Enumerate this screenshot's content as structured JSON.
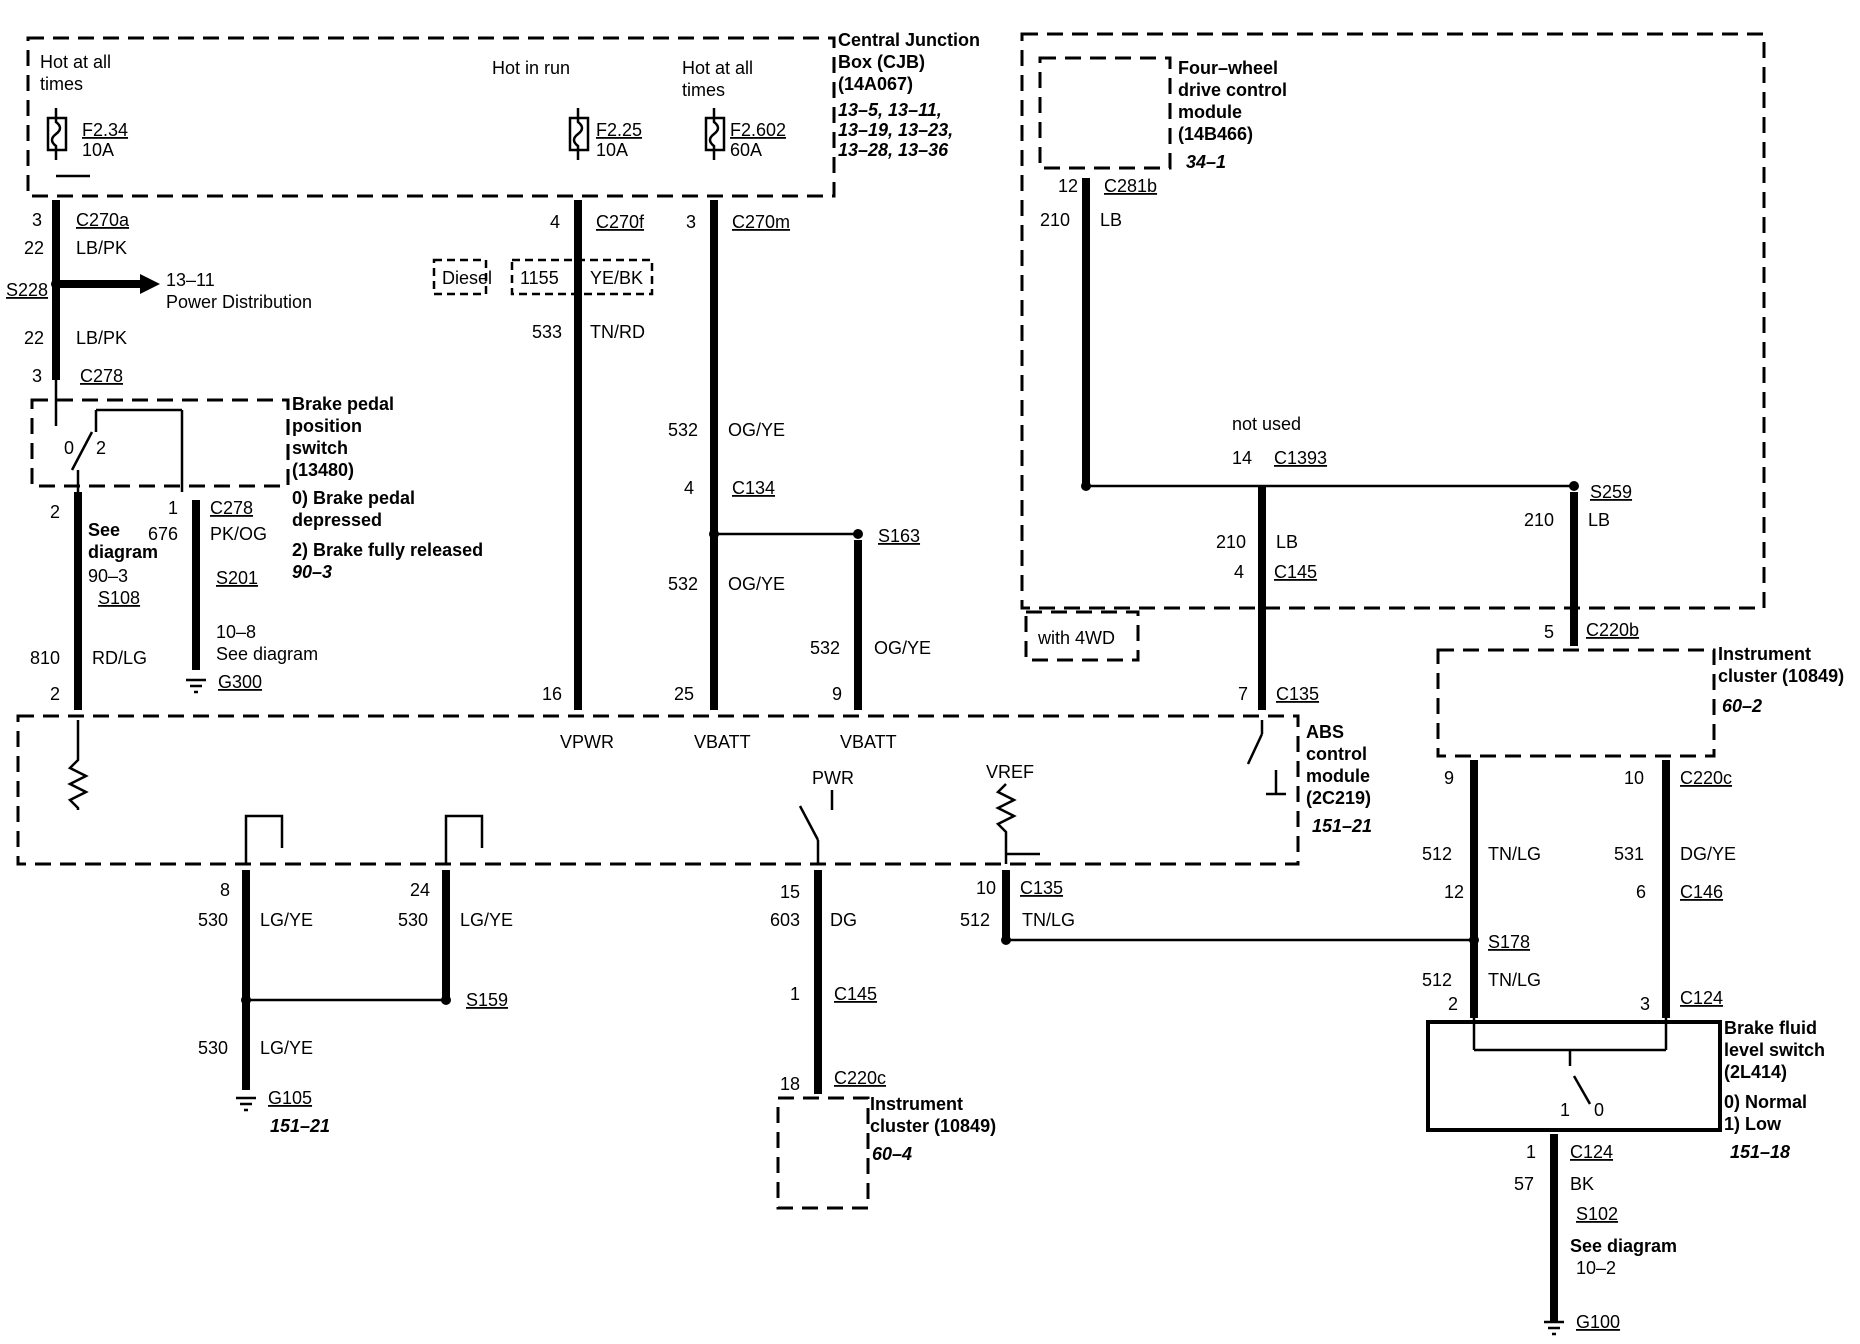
{
  "cjb": {
    "name": [
      "Central Junction",
      "Box (CJB)",
      "(14A067)"
    ],
    "refs": [
      "13–5, 13–11,",
      "13–19, 13–23,",
      "13–28, 13–36"
    ],
    "hot_at_all_times_left": [
      "Hot at all",
      "times"
    ],
    "hot_in_run": "Hot in run",
    "hot_at_all_times_right": [
      "Hot at all",
      "times"
    ],
    "fuse1": {
      "id": "F2.34",
      "rating": "10A"
    },
    "fuse2": {
      "id": "F2.25",
      "rating": "10A"
    },
    "fuse3": {
      "id": "F2.602",
      "rating": "60A"
    }
  },
  "col1": {
    "pin3": "3",
    "conn_c270a": "C270a",
    "circuit22a": "22",
    "color_lbpk_a": "LB/PK",
    "splice_s228": "S228",
    "ref_13_11": "13–11",
    "power_distribution": "Power Distribution",
    "circuit22b": "22",
    "color_lbpk_b": "LB/PK",
    "pin3b": "3",
    "conn_c278": "C278",
    "pin2": "2",
    "see_diagram": [
      "See",
      "diagram",
      "90–3"
    ],
    "splice_s108": "S108",
    "circuit810": "810",
    "color_rdlg": "RD/LG",
    "pin2b": "2",
    "pin1": "1",
    "conn_c278b": "C278",
    "circuit676": "676",
    "color_pkog": "PK/OG",
    "splice_s201": "S201",
    "see_10_8": [
      "10–8",
      "See diagram"
    ],
    "ground_g300": "G300"
  },
  "brake_pedal_switch": {
    "name": [
      "Brake pedal",
      "position",
      "switch",
      "(13480)"
    ],
    "pos0": "0",
    "pos2": "2",
    "states": [
      "0) Brake pedal",
      "depressed",
      "2) Brake fully released"
    ],
    "ref": "90–3"
  },
  "col2": {
    "pin4": "4",
    "conn_c270f": "C270f",
    "diesel": "Diesel",
    "circuit1155": "1155",
    "color_yebk": "YE/BK",
    "circuit533": "533",
    "color_tnrd": "TN/RD",
    "pin16": "16",
    "vpwr": "VPWR"
  },
  "col3": {
    "pin3": "3",
    "conn_c270m": "C270m",
    "circuit532a": "532",
    "color_ogye_a": "OG/YE",
    "pin4": "4",
    "conn_c134": "C134",
    "circuit532b": "532",
    "color_ogye_b": "OG/YE",
    "pin25": "25",
    "vbatt": "VBATT",
    "splice_s163": "S163",
    "circuit532c": "532",
    "color_ogye_c": "OG/YE",
    "pin9": "9",
    "vbatt2": "VBATT"
  },
  "fwd": {
    "name": [
      "Four–wheel",
      "drive control",
      "module",
      "(14B466)"
    ],
    "ref": "34–1",
    "pin12": "12",
    "conn_c281b": "C281b",
    "circuit210": "210",
    "color_lb": "LB",
    "not_used": "not used",
    "pin14": "14",
    "conn_c1393": "C1393",
    "splice_s259": "S259",
    "circuit210b": "210",
    "color_lb_b": "LB",
    "circuit210c": "210",
    "color_lb_c": "LB",
    "pin4": "4",
    "conn_c145": "C145",
    "with_4wd": "with 4WD",
    "pin7": "7",
    "conn_c135": "C135"
  },
  "abs": {
    "name": [
      "ABS",
      "control",
      "module",
      "(2C219)"
    ],
    "ref": "151–21",
    "pwr": "PWR",
    "vref": "VREF"
  },
  "bottom_left": {
    "pin8": "8",
    "pin24": "24",
    "circuit530a": "530",
    "color_lgye_a": "LG/YE",
    "circuit530b": "530",
    "color_lgye_b": "LG/YE",
    "splice_s159": "S159",
    "circuit530c": "530",
    "color_lgye_c": "LG/YE",
    "ground_g105": "G105",
    "ref": "151–21"
  },
  "bottom_mid": {
    "pin15": "15",
    "conn_c135": "C135",
    "circuit603": "603",
    "color_dg": "DG",
    "pin1": "1",
    "conn_c145": "C145",
    "pin18": "18",
    "conn_c220c": "C220c",
    "cluster_name": [
      "Instrument",
      "cluster (10849)"
    ],
    "cluster_ref": "60–4",
    "pin10": "10",
    "circuit512": "512",
    "color_tnlg": "TN/LG"
  },
  "cluster_right": {
    "pin5": "5",
    "conn_c220b": "C220b",
    "name": [
      "Instrument",
      "cluster (10849)"
    ],
    "ref": "60–2",
    "pin9": "9",
    "pin10": "10",
    "conn_c220c": "C220c",
    "circuit512": "512",
    "color_tnlg": "TN/LG",
    "circuit531": "531",
    "color_dgye": "DG/YE",
    "pin12": "12",
    "pin6": "6",
    "conn_c146": "C146",
    "splice_s178": "S178",
    "circuit512b": "512",
    "color_tnlg_b": "TN/LG",
    "pin2": "2",
    "pin3": "3",
    "conn_c124": "C124"
  },
  "brake_fluid": {
    "name": [
      "Brake fluid",
      "level switch",
      "(2L414)"
    ],
    "states": [
      "0) Normal",
      "1) Low"
    ],
    "ref": "151–18",
    "pos1": "1",
    "pos0": "0",
    "pin1": "1",
    "conn_c124": "C124",
    "circuit57": "57",
    "color_bk": "BK",
    "splice_s102": "S102",
    "see_diagram": [
      "See diagram",
      "10–2"
    ],
    "ground_g100": "G100"
  }
}
